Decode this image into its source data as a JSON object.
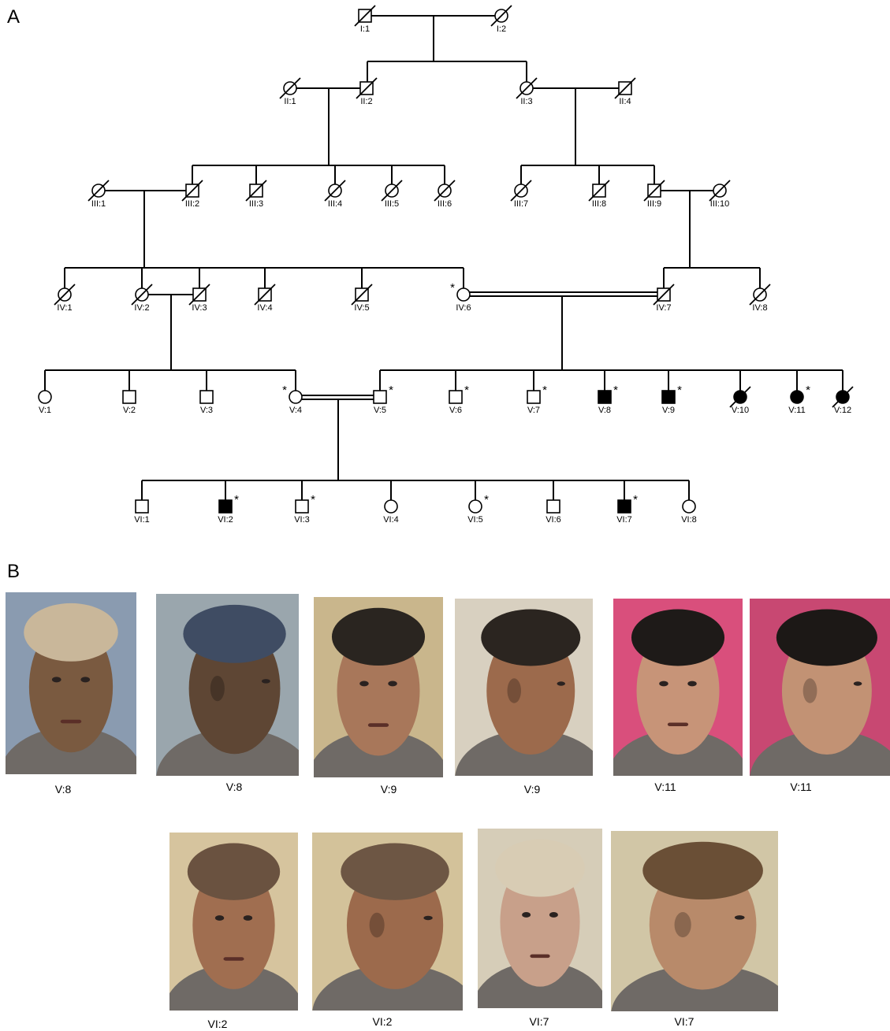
{
  "panels": {
    "a_label": "A",
    "b_label": "B"
  },
  "colors": {
    "line": "#000000",
    "affected": "#000000",
    "unaffected": "#ffffff"
  },
  "pedigree": {
    "asterisk": "*",
    "individuals": [
      {
        "id": "I:1",
        "sex": "male",
        "affected": false,
        "deceased": true,
        "tested": false
      },
      {
        "id": "I:2",
        "sex": "female",
        "affected": false,
        "deceased": true,
        "tested": false
      },
      {
        "id": "II:1",
        "sex": "female",
        "affected": false,
        "deceased": true,
        "tested": false
      },
      {
        "id": "II:2",
        "sex": "male",
        "affected": false,
        "deceased": true,
        "tested": false
      },
      {
        "id": "II:3",
        "sex": "female",
        "affected": false,
        "deceased": true,
        "tested": false
      },
      {
        "id": "II:4",
        "sex": "male",
        "affected": false,
        "deceased": true,
        "tested": false
      },
      {
        "id": "III:1",
        "sex": "female",
        "affected": false,
        "deceased": true,
        "tested": false
      },
      {
        "id": "III:2",
        "sex": "male",
        "affected": false,
        "deceased": true,
        "tested": false
      },
      {
        "id": "III:3",
        "sex": "male",
        "affected": false,
        "deceased": true,
        "tested": false
      },
      {
        "id": "III:4",
        "sex": "female",
        "affected": false,
        "deceased": true,
        "tested": false
      },
      {
        "id": "III:5",
        "sex": "female",
        "affected": false,
        "deceased": true,
        "tested": false
      },
      {
        "id": "III:6",
        "sex": "female",
        "affected": false,
        "deceased": true,
        "tested": false
      },
      {
        "id": "III:7",
        "sex": "female",
        "affected": false,
        "deceased": true,
        "tested": false
      },
      {
        "id": "III:8",
        "sex": "male",
        "affected": false,
        "deceased": true,
        "tested": false
      },
      {
        "id": "III:9",
        "sex": "male",
        "affected": false,
        "deceased": true,
        "tested": false
      },
      {
        "id": "III:10",
        "sex": "female",
        "affected": false,
        "deceased": true,
        "tested": false
      },
      {
        "id": "IV:1",
        "sex": "female",
        "affected": false,
        "deceased": true,
        "tested": false
      },
      {
        "id": "IV:2",
        "sex": "female",
        "affected": false,
        "deceased": true,
        "tested": false
      },
      {
        "id": "IV:3",
        "sex": "male",
        "affected": false,
        "deceased": true,
        "tested": false
      },
      {
        "id": "IV:4",
        "sex": "male",
        "affected": false,
        "deceased": true,
        "tested": false
      },
      {
        "id": "IV:5",
        "sex": "male",
        "affected": false,
        "deceased": true,
        "tested": false
      },
      {
        "id": "IV:6",
        "sex": "female",
        "affected": false,
        "deceased": false,
        "tested": true
      },
      {
        "id": "IV:7",
        "sex": "male",
        "affected": false,
        "deceased": true,
        "tested": false
      },
      {
        "id": "IV:8",
        "sex": "female",
        "affected": false,
        "deceased": true,
        "tested": false
      },
      {
        "id": "V:1",
        "sex": "female",
        "affected": false,
        "deceased": false,
        "tested": false
      },
      {
        "id": "V:2",
        "sex": "male",
        "affected": false,
        "deceased": false,
        "tested": false
      },
      {
        "id": "V:3",
        "sex": "male",
        "affected": false,
        "deceased": false,
        "tested": false
      },
      {
        "id": "V:4",
        "sex": "female",
        "affected": false,
        "deceased": false,
        "tested": true
      },
      {
        "id": "V:5",
        "sex": "male",
        "affected": false,
        "deceased": false,
        "tested": true
      },
      {
        "id": "V:6",
        "sex": "male",
        "affected": false,
        "deceased": false,
        "tested": true
      },
      {
        "id": "V:7",
        "sex": "male",
        "affected": false,
        "deceased": false,
        "tested": true
      },
      {
        "id": "V:8",
        "sex": "male",
        "affected": true,
        "deceased": false,
        "tested": true
      },
      {
        "id": "V:9",
        "sex": "male",
        "affected": true,
        "deceased": false,
        "tested": true
      },
      {
        "id": "V:10",
        "sex": "female",
        "affected": true,
        "deceased": true,
        "tested": false
      },
      {
        "id": "V:11",
        "sex": "female",
        "affected": true,
        "deceased": false,
        "tested": true
      },
      {
        "id": "V:12",
        "sex": "female",
        "affected": true,
        "deceased": true,
        "tested": false
      },
      {
        "id": "VI:1",
        "sex": "male",
        "affected": false,
        "deceased": false,
        "tested": false
      },
      {
        "id": "VI:2",
        "sex": "male",
        "affected": true,
        "deceased": false,
        "tested": true
      },
      {
        "id": "VI:3",
        "sex": "male",
        "affected": false,
        "deceased": false,
        "tested": true
      },
      {
        "id": "VI:4",
        "sex": "female",
        "affected": false,
        "deceased": false,
        "tested": false
      },
      {
        "id": "VI:5",
        "sex": "female",
        "affected": false,
        "deceased": false,
        "tested": true
      },
      {
        "id": "VI:6",
        "sex": "male",
        "affected": false,
        "deceased": false,
        "tested": false
      },
      {
        "id": "VI:7",
        "sex": "male",
        "affected": true,
        "deceased": false,
        "tested": true
      },
      {
        "id": "VI:8",
        "sex": "female",
        "affected": false,
        "deceased": false,
        "tested": false
      }
    ]
  },
  "photos": {
    "captions": [
      "V:8",
      "V:8",
      "V:9",
      "V:9",
      "V:11",
      "V:11",
      "VI:2",
      "VI:2",
      "VI:7",
      "VI:7"
    ],
    "tones": [
      {
        "bg": "#8a9bb0",
        "skin": "#7a5a40",
        "hair": "#c9b79a"
      },
      {
        "bg": "#9aa6ad",
        "skin": "#5e4634",
        "hair": "#3f4c63"
      },
      {
        "bg": "#c9b68c",
        "skin": "#a8775a",
        "hair": "#2a2520"
      },
      {
        "bg": "#d8d0c0",
        "skin": "#9c6a4c",
        "hair": "#2b2520"
      },
      {
        "bg": "#d94f7c",
        "skin": "#c79478",
        "hair": "#1e1a18"
      },
      {
        "bg": "#c84872",
        "skin": "#c29274",
        "hair": "#1c1816"
      },
      {
        "bg": "#d6c49e",
        "skin": "#a06e50",
        "hair": "#6a5240"
      },
      {
        "bg": "#d3c29a",
        "skin": "#9c6a4c",
        "hair": "#6d5644"
      },
      {
        "bg": "#d6cdb8",
        "skin": "#c8a08a",
        "hair": "#d8ccb4"
      },
      {
        "bg": "#d1c6a6",
        "skin": "#b88a6a",
        "hair": "#6a4f36"
      }
    ]
  }
}
